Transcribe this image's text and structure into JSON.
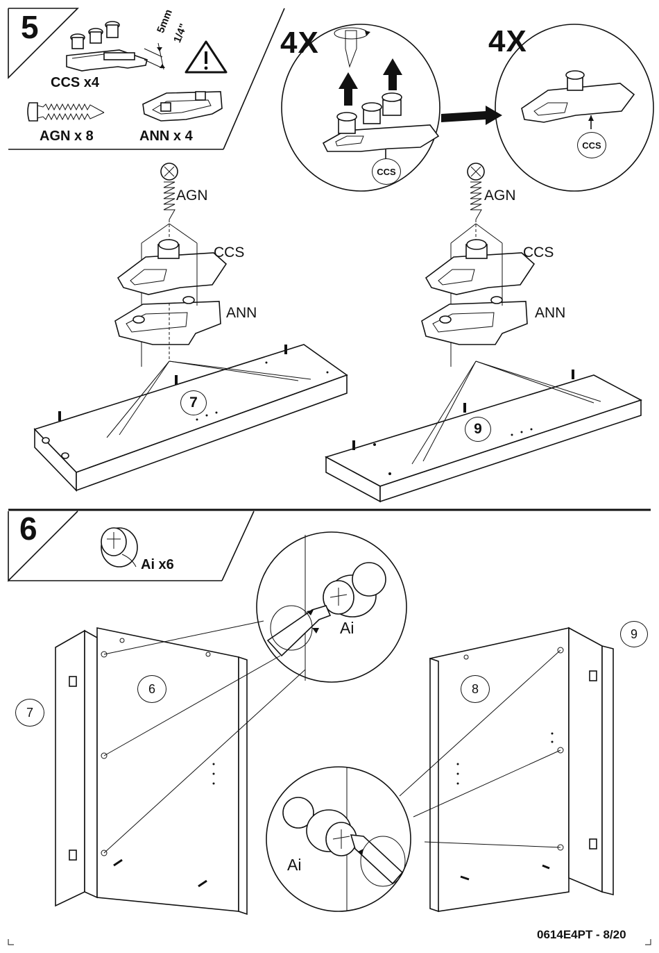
{
  "step5": {
    "number": "5",
    "parts": {
      "ccs_qty": "CCS x4",
      "agn_qty": "AGN x   8",
      "ann_qty": "ANN x   4"
    },
    "measure_mm": "5mm",
    "measure_in": "1/4\"",
    "warning_icon": "warning-triangle-icon",
    "detail_left_multiplier": "4X",
    "detail_right_multiplier": "4X",
    "detail_left_callout": "CCS",
    "detail_right_callout": "CCS",
    "left_assembly": {
      "screw": "AGN",
      "plate": "CCS",
      "base": "ANN",
      "panel_number": "7"
    },
    "right_assembly": {
      "screw": "AGN",
      "plate": "CCS",
      "base": "ANN",
      "panel_number": "9"
    }
  },
  "step6": {
    "number": "6",
    "part_qty": "Ai x6",
    "detail_top_label": "Ai",
    "detail_bottom_label": "Ai",
    "left_panels": {
      "side": "7",
      "door": "6"
    },
    "right_panels": {
      "side": "9",
      "door": "8"
    }
  },
  "footer": {
    "page_code": "0614E4PT - 8/20"
  }
}
